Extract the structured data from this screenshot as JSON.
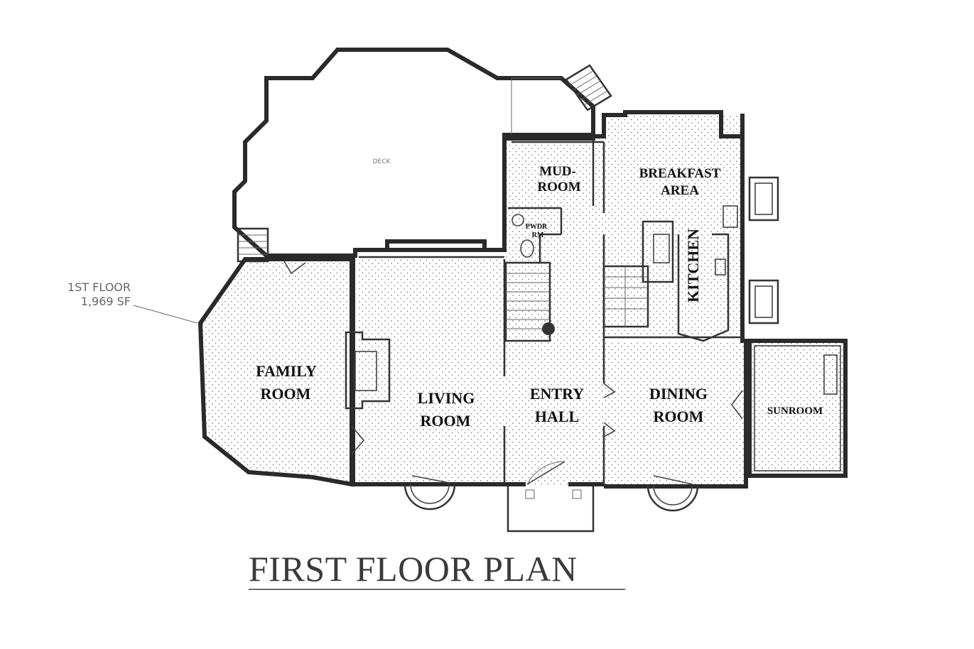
{
  "title": "FIRST FLOOR PLAN",
  "area_note": {
    "line1": "1ST FLOOR",
    "line2": "1,969 SF"
  },
  "deck_label": "DECK",
  "rooms": {
    "mudroom": [
      "MUD-",
      "ROOM"
    ],
    "breakfast": [
      "BREAKFAST",
      "AREA"
    ],
    "powder": [
      "PWDR",
      "RM"
    ],
    "kitchen": "KITCHEN",
    "family": [
      "FAMILY",
      "ROOM"
    ],
    "living": [
      "LIVING",
      "ROOM"
    ],
    "entry": [
      "ENTRY",
      "HALL"
    ],
    "dining": [
      "DINING",
      "ROOM"
    ],
    "sunroom": "SUNROOM"
  },
  "colors": {
    "wall": "#2a2a2a",
    "stipple": "#8a8a8a",
    "title": "#3a3a3a",
    "note": "#666666"
  }
}
